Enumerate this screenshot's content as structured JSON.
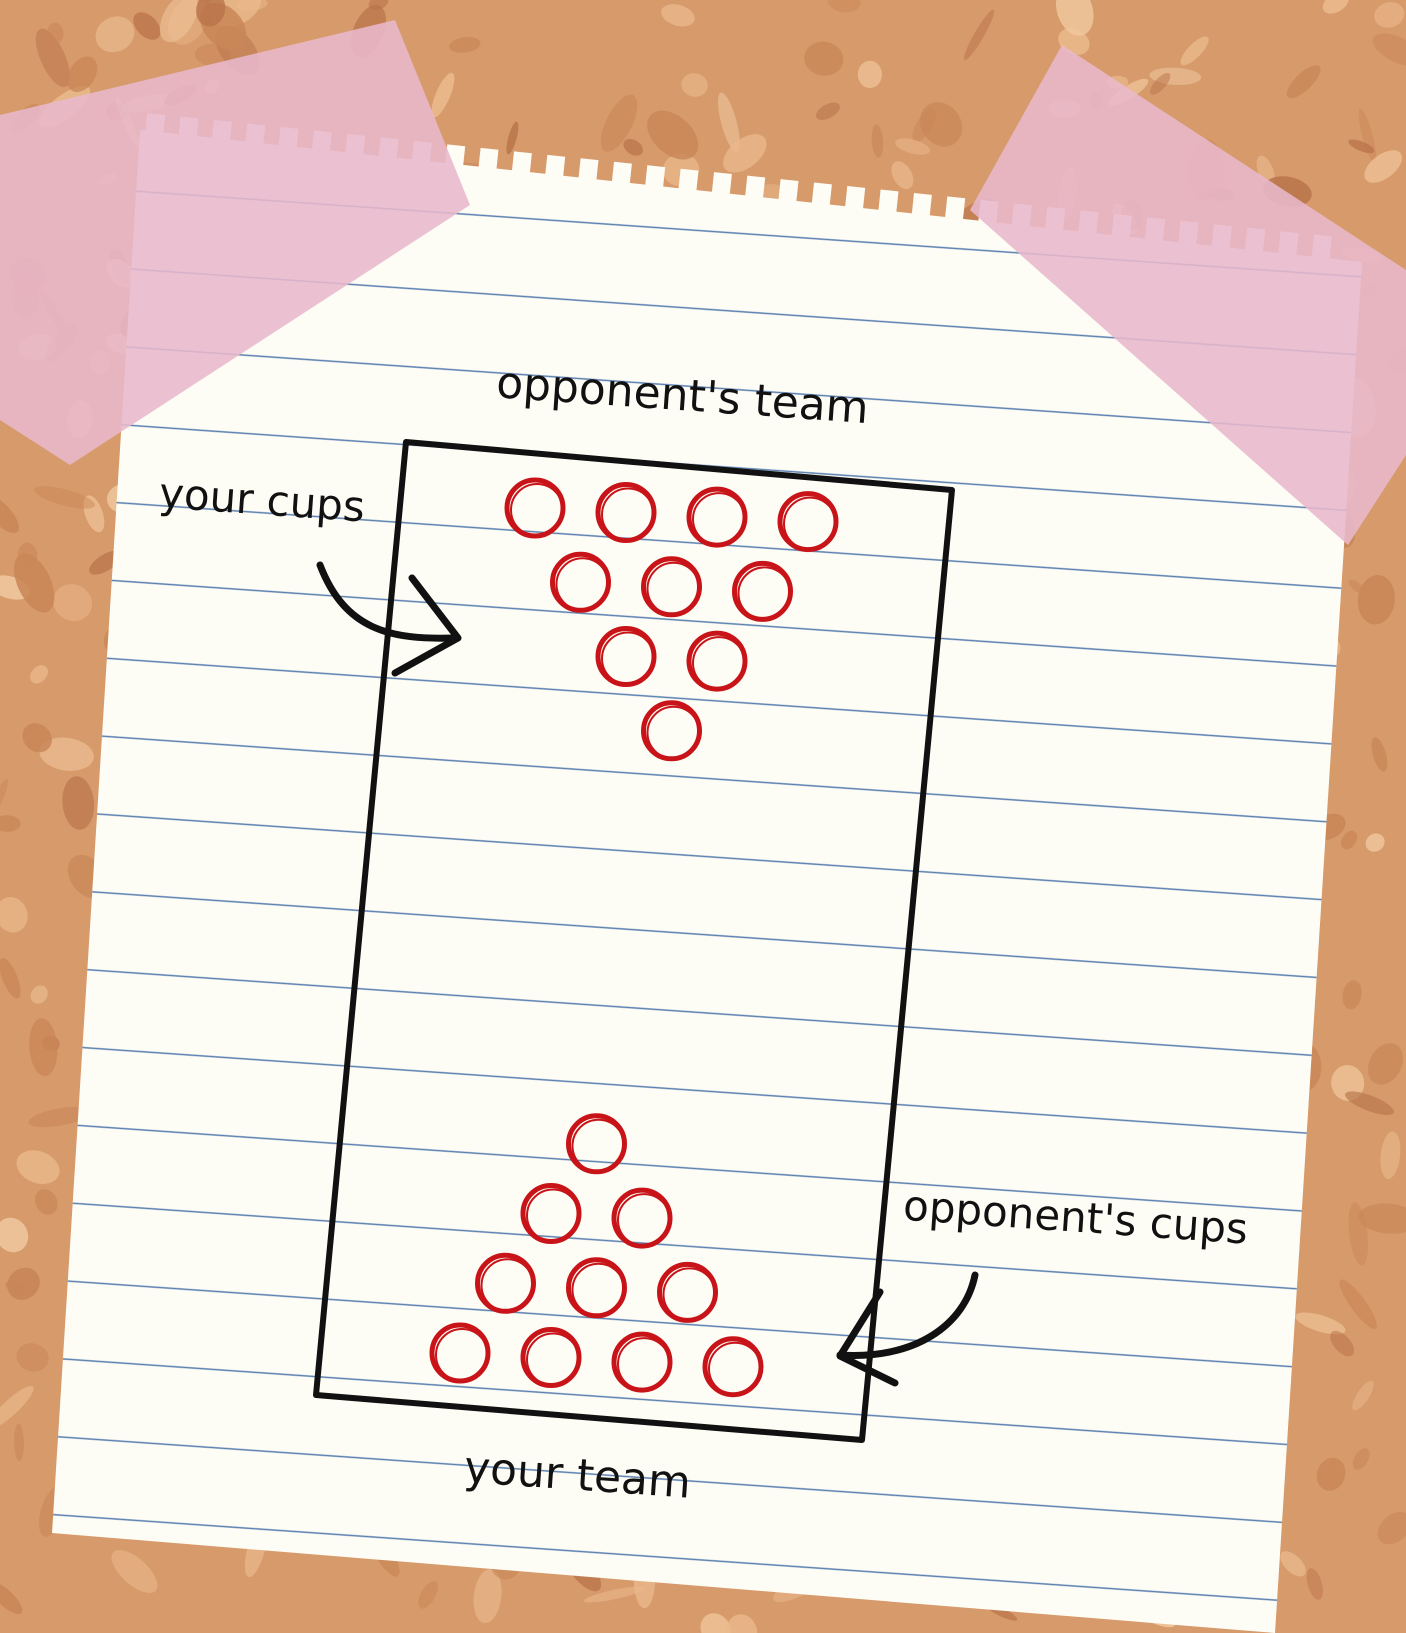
{
  "labels": {
    "top_team": "opponent's team",
    "bottom_team": "your team",
    "your_cups": "your cups",
    "opponent_cups": "opponent's cups"
  },
  "colors": {
    "cork_base": "#d79a6b",
    "cork_light": "#eab98c",
    "cork_dark": "#b9744a",
    "paper": "#fdfcf5",
    "rule_line": "#5a7fb0",
    "tape": "#e8b8cc",
    "cup": "#c81418",
    "ink": "#111111"
  },
  "diagram": {
    "top_rack_rows": [
      4,
      3,
      2,
      1
    ],
    "bottom_rack_rows": [
      1,
      2,
      3,
      4
    ]
  }
}
